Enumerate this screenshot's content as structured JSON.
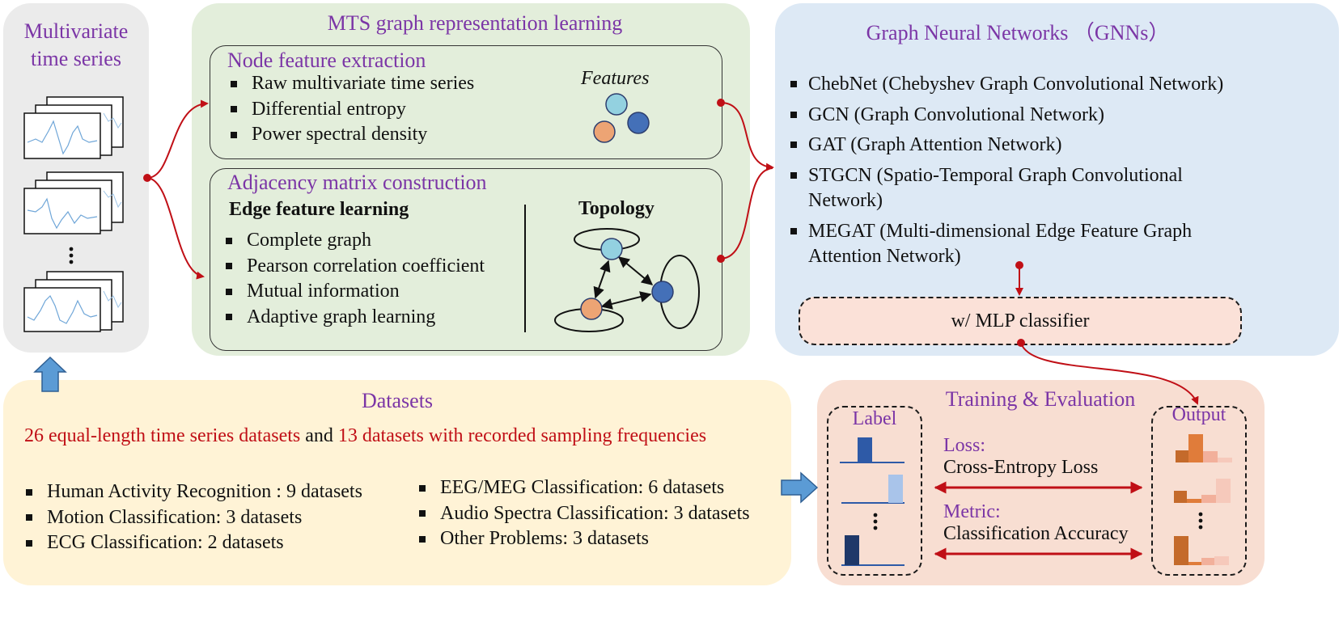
{
  "mts": {
    "title_line1": "Multivariate",
    "title_line2": "time series",
    "ellipsis": "⋮"
  },
  "repr": {
    "title": "MTS graph representation learning",
    "node": {
      "title": "Node feature extraction",
      "items": [
        "Raw multivariate time series",
        "Differential entropy",
        "Power spectral density"
      ],
      "features_label": "Features"
    },
    "adj": {
      "title": "Adjacency matrix construction",
      "edge_title": "Edge feature learning",
      "items": [
        "Complete graph",
        "Pearson correlation coefficient",
        "Mutual information",
        "Adaptive graph learning"
      ],
      "topology_label": "Topology"
    }
  },
  "gnn": {
    "title": "Graph Neural Networks （GNNs）",
    "items": [
      "ChebNet (Chebyshev Graph Convolutional Network)",
      "GCN (Graph Convolutional Network)",
      "GAT (Graph Attention Network)",
      [
        "STGCN (Spatio-Temporal Graph Convolutional",
        "Network)"
      ],
      [
        "MEGAT (Multi-dimensional Edge Feature Graph",
        "Attention Network)"
      ]
    ],
    "classifier": "w/ MLP classifier"
  },
  "datasets": {
    "title": "Datasets",
    "line_red1": "26 equal-length time series datasets",
    "line_mid": " and ",
    "line_red2": "13 datasets with recorded sampling frequencies",
    "left_items": [
      "Human Activity Recognition : 9 datasets",
      "Motion Classification: 3 datasets",
      "ECG Classification: 2 datasets"
    ],
    "right_items": [
      "EEG/MEG Classification: 6 datasets",
      "Audio Spectra Classification: 3 datasets",
      "Other Problems: 3 datasets"
    ]
  },
  "training": {
    "title": "Training & Evaluation",
    "label_title": "Label",
    "output_title": "Output",
    "loss_label": "Loss:",
    "loss_value": "Cross-Entropy Loss",
    "metric_label": "Metric:",
    "metric_value": "Classification Accuracy",
    "ellipsis": "⋮"
  },
  "colors": {
    "mts_bg": "#ebebeb",
    "repr_bg": "#e3eedb",
    "gnn_bg": "#dde9f5",
    "datasets_bg": "#fff3d6",
    "training_bg": "#f8ded2",
    "classifier_bg": "#fbe1d8",
    "accent_purple": "#7b35a6",
    "accent_red": "#c00f16",
    "node_light": "#93d1e0",
    "node_dark": "#4470b8",
    "node_orange": "#eda474",
    "arrow_blue": "#5b9bd5"
  }
}
